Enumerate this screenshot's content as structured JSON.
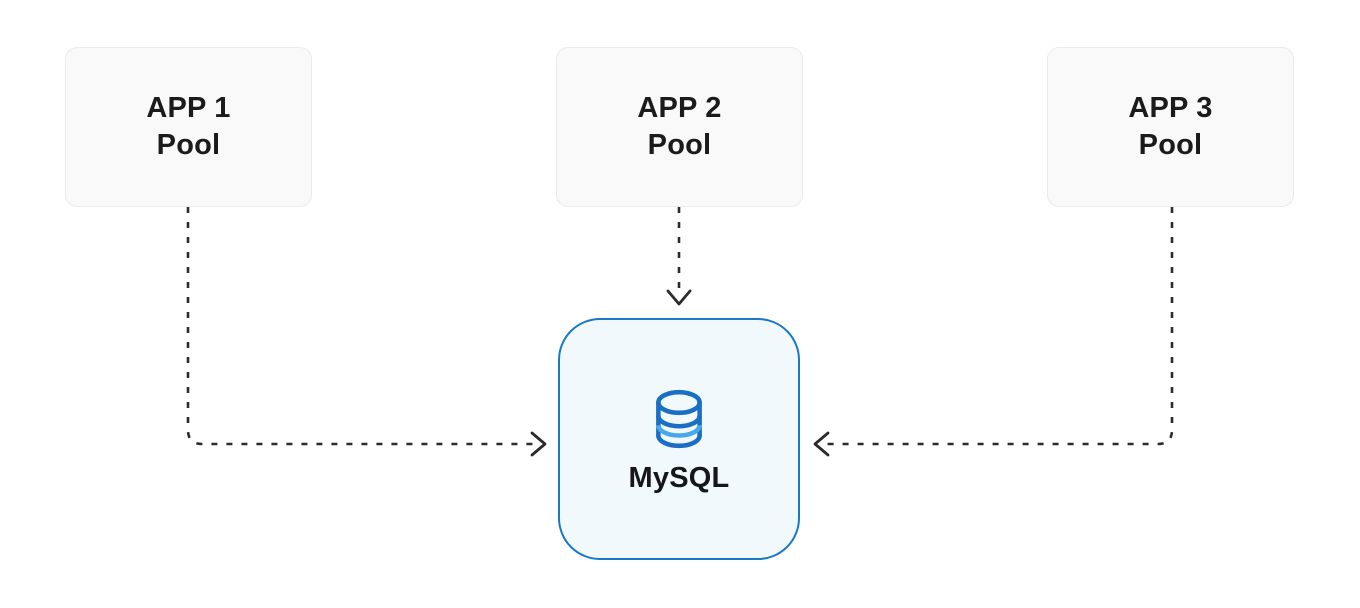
{
  "diagram": {
    "background_color": "#ffffff",
    "nodes": [
      {
        "id": "app-1",
        "line1": "APP 1",
        "line2": "Pool",
        "fill": "#f9f9f9",
        "border": "#ebebeb"
      },
      {
        "id": "app-2",
        "line1": "APP 2",
        "line2": "Pool",
        "fill": "#f9f9f9",
        "border": "#ebebeb"
      },
      {
        "id": "app-3",
        "line1": "APP 3",
        "line2": "Pool",
        "fill": "#f9f9f9",
        "border": "#ebebeb"
      }
    ],
    "database": {
      "label": "MySQL",
      "icon": "database-cylinder-icon",
      "fill": "#f2f9fd",
      "border": "#1a78c8",
      "icon_color_dark": "#1a6fc4",
      "icon_color_light": "#49a8ec"
    },
    "edges": [
      {
        "id": "edge-app1-to-mysql",
        "from": "app-1",
        "to": "mysql",
        "style": "dashed",
        "color": "#2b2b2b",
        "arrow": "chevron-right"
      },
      {
        "id": "edge-app2-to-mysql",
        "from": "app-2",
        "to": "mysql",
        "style": "dashed",
        "color": "#2b2b2b",
        "arrow": "chevron-down"
      },
      {
        "id": "edge-app3-to-mysql",
        "from": "app-3",
        "to": "mysql",
        "style": "dashed",
        "color": "#2b2b2b",
        "arrow": "chevron-left"
      }
    ]
  }
}
